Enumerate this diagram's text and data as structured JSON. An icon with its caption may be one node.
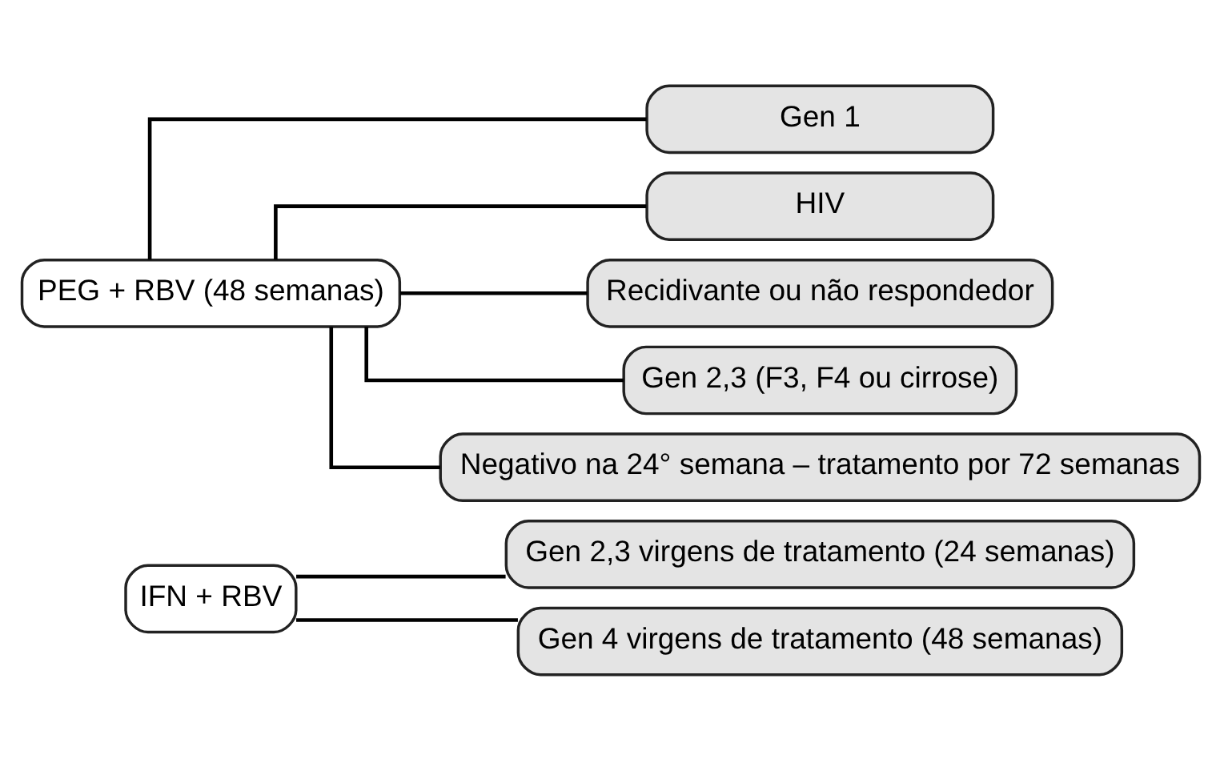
{
  "diagram": {
    "nodes": [
      {
        "text": [
          "IFN + RBV"
        ]
      },
      {
        "text": [
          "Gen 2,3 virgens de tratamento (24 semanas)"
        ]
      },
      {
        "text": [
          "Gen 4 virgens de tratamento (48 semanas)"
        ]
      },
      {
        "text": [
          "PEG + RBV (48 semanas)"
        ]
      },
      {
        "text": [
          "Gen 1"
        ]
      },
      {
        "text": [
          "HIV"
        ]
      },
      {
        "text": [
          "Recidivante ou não respondedor"
        ]
      },
      {
        "text": [
          "Gen 2,3 (F3, F4 ou cirrose)"
        ]
      },
      {
        "text": [
          "Negativo na 24° semana – tratamento por 72 semanas"
        ]
      }
    ],
    "edges": [
      {
        "from": 0,
        "to": 1,
        "arrow": "none"
      },
      {
        "from": 0,
        "to": 2,
        "arrow": "none"
      },
      {
        "from": 3,
        "to": 4,
        "arrow": "none"
      },
      {
        "from": 3,
        "to": 5,
        "arrow": "none"
      },
      {
        "from": 3,
        "to": 6,
        "arrow": "none"
      },
      {
        "from": 3,
        "to": 7,
        "arrow": "none"
      },
      {
        "from": 3,
        "to": 8,
        "arrow": "none"
      }
    ]
  }
}
